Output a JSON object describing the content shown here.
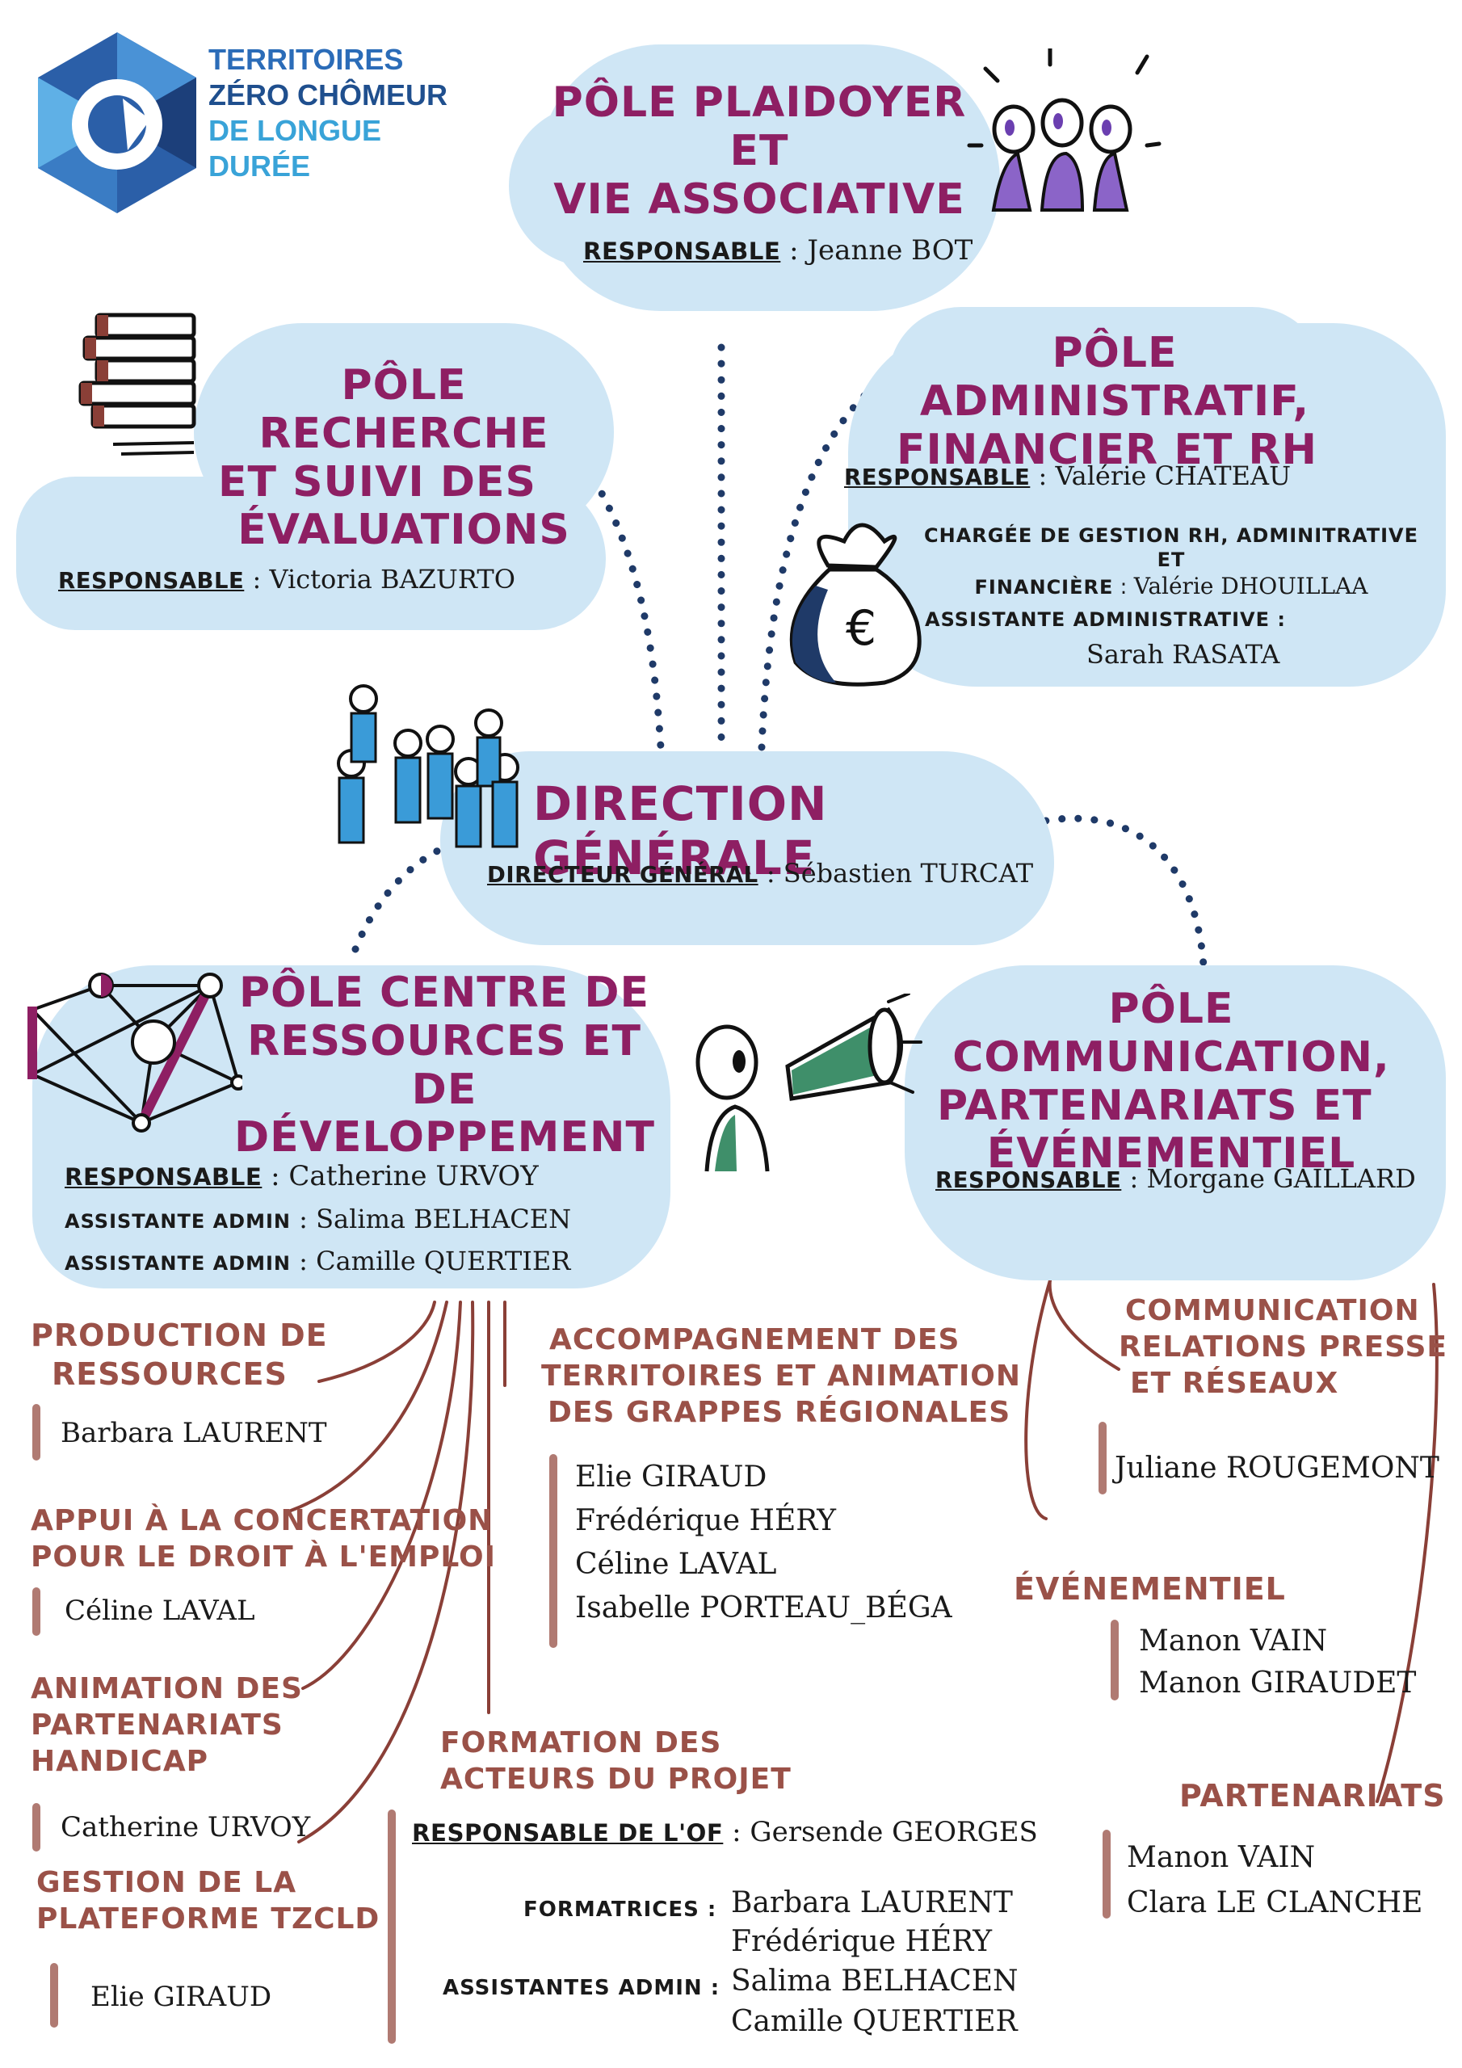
{
  "logo": {
    "line1": "TERRITOIRES",
    "line2": "ZÉRO CHÔMEUR",
    "line3": "DE LONGUE",
    "line4": "DURÉE"
  },
  "plaidoyer": {
    "title1": "PÔLE PLAIDOYER ET",
    "title2": "VIE ASSOCIATIVE",
    "resp_label": "RESPONSABLE",
    "resp_name": "Jeanne BOT"
  },
  "recherche": {
    "title1": "PÔLE RECHERCHE",
    "title2": "ET SUIVI DES",
    "title3": "ÉVALUATIONS",
    "resp_label": "RESPONSABLE",
    "resp_name": "Victoria BAZURTO"
  },
  "admin": {
    "title1": "PÔLE ADMINISTRATIF,",
    "title2": "FINANCIER ET RH",
    "resp_label": "RESPONSABLE",
    "resp_name": "Valérie CHATEAU",
    "charge1": "CHARGÉE DE GESTION RH, ADMINITRATIVE ET",
    "charge2": "FINANCIÈRE",
    "charge_name": "Valérie DHOUILLAA",
    "assist_label": "ASSISTANTE ADMINISTRATIVE :",
    "assist_name": "Sarah RASATA"
  },
  "direction": {
    "title": "DIRECTION GÉNÉRALE",
    "dir_label": "DIRECTEUR GÉNÉRAL",
    "dir_name": "Sébastien TURCAT"
  },
  "centre": {
    "title1": "PÔLE CENTRE DE",
    "title2": "RESSOURCES ET DE",
    "title3": "DÉVELOPPEMENT",
    "resp_label": "RESPONSABLE",
    "resp_name": "Catherine URVOY",
    "assist_label": "ASSISTANTE ADMIN",
    "assist1": "Salima BELHACEN",
    "assist2": "Camille QUERTIER"
  },
  "comm": {
    "title1": "PÔLE COMMUNICATION,",
    "title2": "PARTENARIATS ET",
    "title3": "ÉVÉNEMENTIEL",
    "resp_label": "RESPONSABLE",
    "resp_name": "Morgane GAILLARD"
  },
  "sub": {
    "production": {
      "t1": "PRODUCTION DE",
      "t2": "RESSOURCES",
      "n1": "Barbara LAURENT"
    },
    "appui": {
      "t1": "APPUI À LA CONCERTATION",
      "t2": "POUR LE DROIT À L'EMPLOI",
      "n1": "Céline LAVAL"
    },
    "animation": {
      "t1": "ANIMATION DES",
      "t2": "PARTENARIATS",
      "t3": "HANDICAP",
      "n1": "Catherine URVOY"
    },
    "gestion": {
      "t1": "GESTION DE LA",
      "t2": "PLATEFORME TZCLD",
      "n1": "Elie GIRAUD"
    },
    "accomp": {
      "t1": "ACCOMPAGNEMENT DES",
      "t2": "TERRITOIRES ET ANIMATION",
      "t3": "DES GRAPPES RÉGIONALES",
      "n1": "Elie GIRAUD",
      "n2": "Frédérique HÉRY",
      "n3": "Céline LAVAL",
      "n4": "Isabelle PORTEAU_BÉGA"
    },
    "formation": {
      "t1": "FORMATION DES",
      "t2": "ACTEURS DU PROJET",
      "resp_label": "RESPONSABLE DE L'OF",
      "resp_name": "Gersende GEORGES",
      "form_label": "FORMATRICES :",
      "f1": "Barbara LAURENT",
      "f2": "Frédérique HÉRY",
      "assist_label": "ASSISTANTES ADMIN :",
      "a1": "Salima BELHACEN",
      "a2": "Camille QUERTIER"
    },
    "communication": {
      "t1": "COMMUNICATION",
      "t2": "RELATIONS PRESSE",
      "t3": "ET RÉSEAUX",
      "n1": "Juliane ROUGEMONT"
    },
    "evenementiel": {
      "t1": "ÉVÉNEMENTIEL",
      "n1": "Manon VAIN",
      "n2": "Manon GIRAUDET"
    },
    "partenariats": {
      "t1": "PARTENARIATS",
      "n1": "Manon VAIN",
      "n2": "Clara LE CLANCHE"
    }
  },
  "colors": {
    "cloud": "#cfe6f5",
    "title": "#8e1f63",
    "subtitle": "#9a5148",
    "dots": "#1f3a68",
    "branch": "#8a3f37"
  }
}
